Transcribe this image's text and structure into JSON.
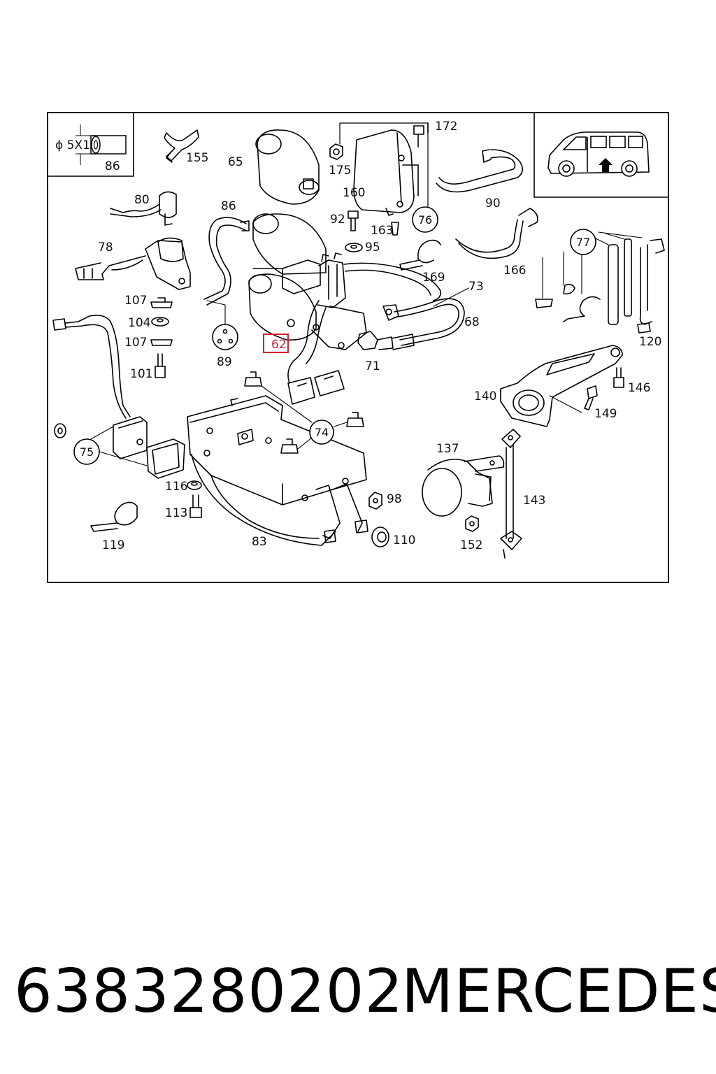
{
  "labels": {
    "l172": "172",
    "l155": "155",
    "l86a": "86",
    "l65": "65",
    "l175": "175",
    "l160": "160",
    "l90": "90",
    "l80": "80",
    "l86b": "86",
    "l92": "92",
    "l163": "163",
    "l95": "95",
    "l78": "78",
    "l169": "169",
    "l166": "166",
    "l73": "73",
    "l68": "68",
    "l107a": "107",
    "l104": "104",
    "l107b": "107",
    "l101": "101",
    "l89": "89",
    "l62": "62",
    "l71": "71",
    "l120": "120",
    "l146": "146",
    "l140": "140",
    "l149": "149",
    "l137": "137",
    "l116": "116",
    "l113": "113",
    "l98": "98",
    "l143": "143",
    "l119": "119",
    "l83": "83",
    "l110": "110",
    "l152": "152"
  },
  "callouts": {
    "c74": "74",
    "c75": "75",
    "c76": "76",
    "c77": "77"
  },
  "inset": {
    "dimension": "ϕ 5X1",
    "part": "86"
  },
  "highlight_color": "#d21f2f",
  "caption": {
    "part_number": "6383280202",
    "brand": "MERCEDES"
  }
}
